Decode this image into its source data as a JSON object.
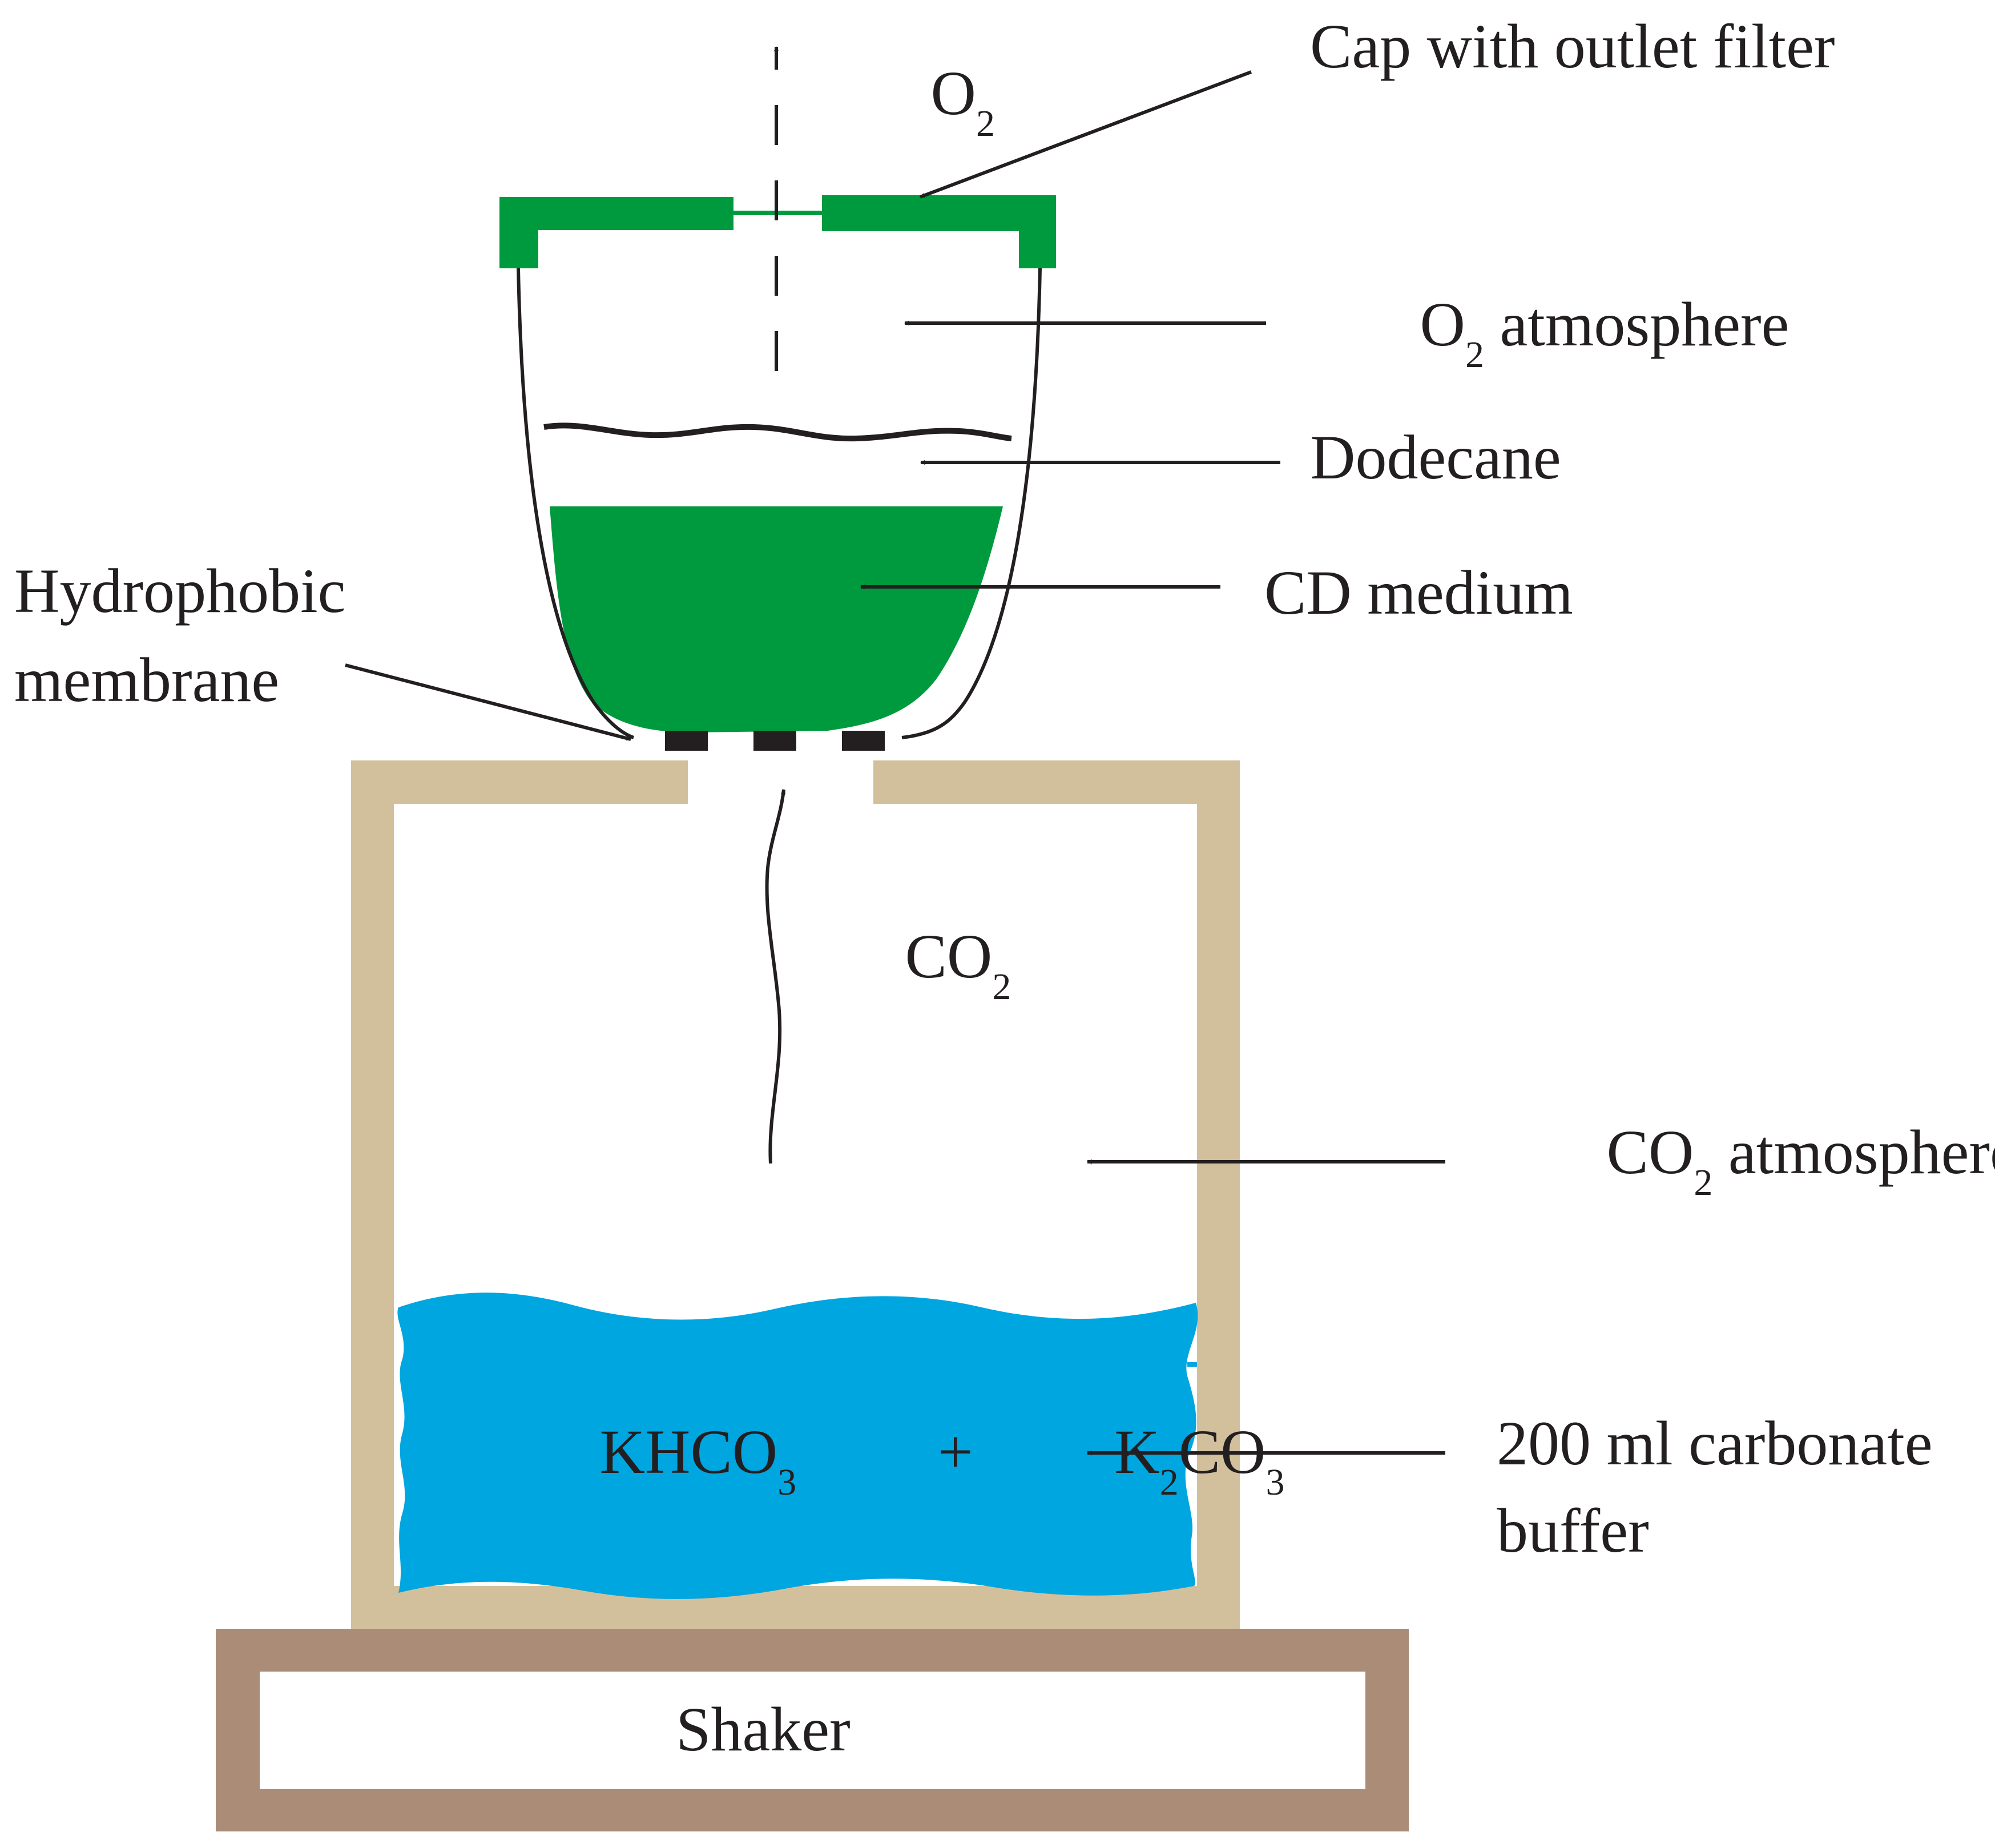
{
  "colors": {
    "cap_green": "#009a3e",
    "medium_green": "#009a3e",
    "buffer_blue": "#00a6e0",
    "box_tan": "#d2c09d",
    "shaker_brown": "#ab8d77",
    "membrane_black": "#231f20",
    "ink": "#231f20"
  },
  "icons": {
    "o2_flow": "dashed-up-arrow",
    "co2_flow": "wavy-up-arrow"
  },
  "labels": {
    "cap": "Cap with outlet filter",
    "o2_atmosphere": {
      "main": "O",
      "sub": "2",
      "tail": " atmosphere"
    },
    "dodecane": "Dodecane",
    "cd_medium": "CD medium",
    "hydrophobic_line1": "Hydrophobic",
    "hydrophobic_line2": "membrane",
    "co2_atmosphere": {
      "main": "CO",
      "sub": "2",
      "tail": " atmosphere"
    },
    "buffer_line1": "200 ml carbonate",
    "buffer_line2": "buffer",
    "shaker": "Shaker"
  },
  "gases": {
    "o2": {
      "main": "O",
      "sub": "2"
    },
    "co2": {
      "main": "CO",
      "sub": "2"
    }
  },
  "formula": {
    "khco3_main": "KHCO",
    "khco3_sub": "3",
    "plus": "+",
    "k2co3_k": "K",
    "k2co3_sub1": "2",
    "k2co3_co": "CO",
    "k2co3_sub2": "3"
  }
}
